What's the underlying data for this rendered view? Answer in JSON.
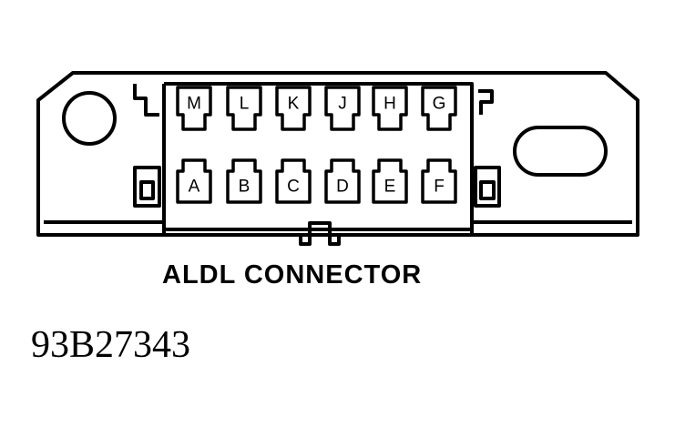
{
  "title": "ALDL CONNECTOR",
  "figure_id": "93B27343",
  "pins_top": [
    "M",
    "L",
    "K",
    "J",
    "H",
    "G"
  ],
  "pins_bottom": [
    "A",
    "B",
    "C",
    "D",
    "E",
    "F"
  ],
  "colors": {
    "line": "#000000",
    "background": "#ffffff"
  }
}
